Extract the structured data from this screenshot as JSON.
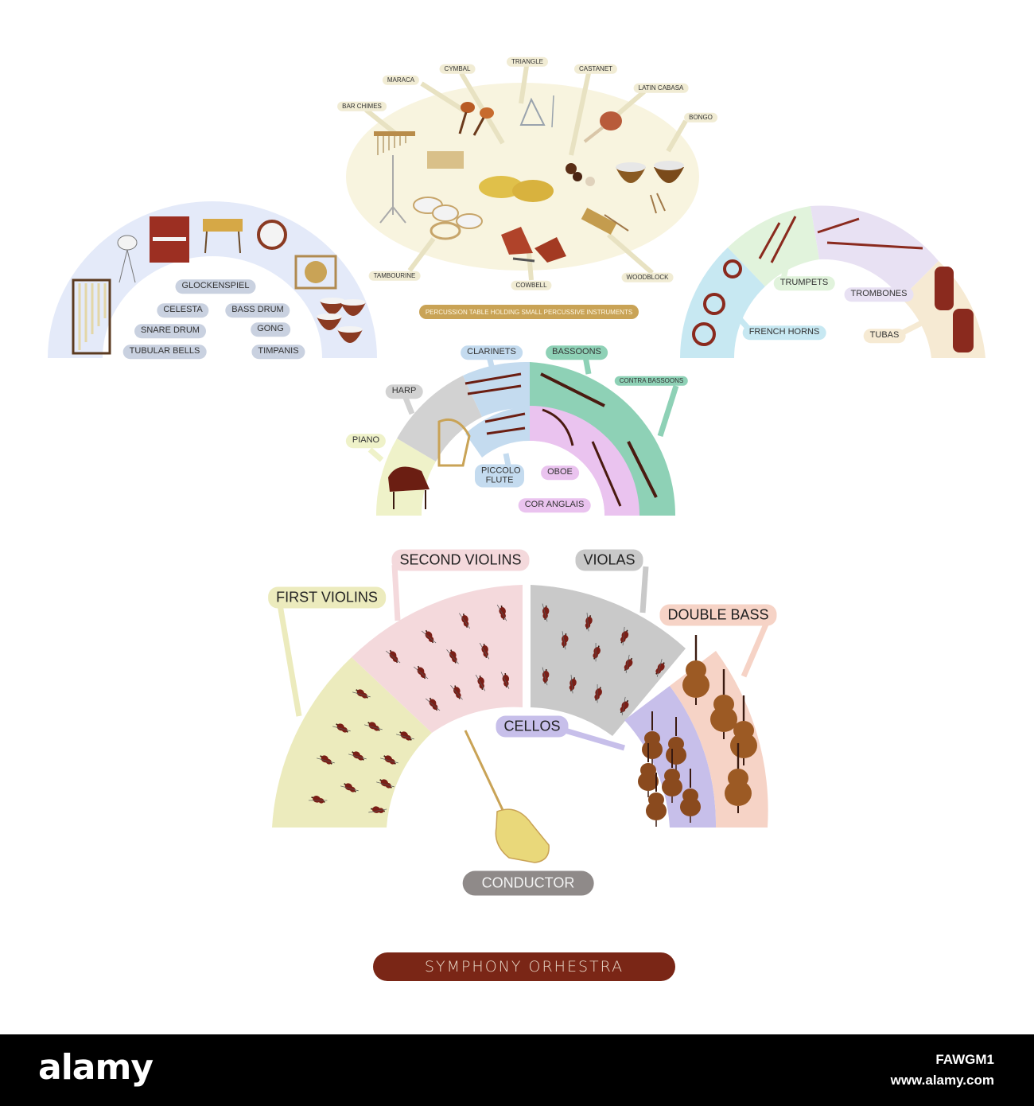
{
  "colors": {
    "percussion_bg": "#f8f4df",
    "left_arc": "#e4eaf9",
    "tag_grey": "#c9d1e0",
    "brass_horns": "#c7e8f2",
    "brass_trumpets": "#e1f3dc",
    "brass_trombones": "#e8e1f3",
    "brass_tubas": "#f6ead3",
    "piano": "#eff2c9",
    "harp": "#d2d2d2",
    "clarinets": "#c4dbef",
    "bassoons": "#8ed1b6",
    "oboe": "#eac3ef",
    "first_violins": "#ecebbd",
    "second_violins": "#f4d9dc",
    "violas": "#c9c9c9",
    "cellos": "#c7bfea",
    "double_bass": "#f6d3c6",
    "title_bg": "#7a2616",
    "conductor_bg": "#8f8a89"
  },
  "labels": {
    "triangle": "TRIANGLE",
    "cymbal": "CYMBAL",
    "castanet": "CASTANET",
    "maraca": "MARACA",
    "latin_cabasa": "LATIN CABASA",
    "bar_chimes": "BAR CHIMES",
    "bongo": "BONGO",
    "tambourine": "TAMBOURINE",
    "cowbell": "COWBELL",
    "woodblock": "WOODBLOCK",
    "percussion_table": "PERCUSSION TABLE HOLDING SMALL PERCUSSIVE INSTRUMENTS",
    "glockenspiel": "GLOCKENSPIEL",
    "celesta": "CELESTA",
    "bass_drum": "BASS DRUM",
    "snare_drum": "SNARE DRUM",
    "gong": "GONG",
    "tubular_bells": "TUBULAR BELLS",
    "timpanis": "TIMPANIS",
    "trumpets": "TRUMPETS",
    "trombones": "TROMBONES",
    "french_horns": "FRENCH HORNS",
    "tubas": "TUBAS",
    "clarinets": "CLARINETS",
    "bassoons": "BASSOONS",
    "contra_bassoons": "CONTRA BASSOONS",
    "harp": "HARP",
    "piano": "PIANO",
    "piccolo_flute": "PICCOLO FLUTE",
    "oboe": "OBOE",
    "cor_anglais": "COR ANGLAIS",
    "first_violins": "FIRST VIOLINS",
    "second_violins": "SECOND VIOLINS",
    "violas": "VIOLAS",
    "double_bass": "DOUBLE BASS",
    "cellos": "CELLOS",
    "conductor": "CONDUCTOR"
  },
  "title": "SYMPHONY ORHESTRA",
  "footer": {
    "brand": "alamy",
    "image_code": "FAWGM1",
    "url": "www.alamy.com"
  }
}
